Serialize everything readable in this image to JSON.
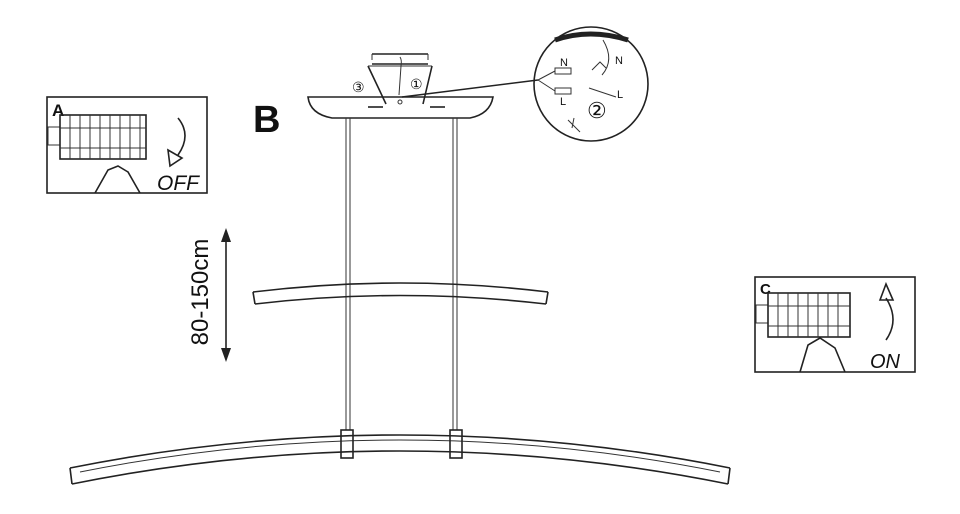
{
  "step_a": {
    "letter": "A",
    "state": "OFF"
  },
  "step_b": {
    "letter": "B",
    "marker_1": "①",
    "marker_2": "②",
    "marker_3": "③",
    "neutral_1": "N",
    "neutral_2": "N",
    "live_1": "L",
    "live_2": "L"
  },
  "step_c": {
    "letter": "C",
    "state": "ON"
  },
  "height_range": "80-150cm",
  "colors": {
    "line": "#222222",
    "background": "#ffffff"
  }
}
